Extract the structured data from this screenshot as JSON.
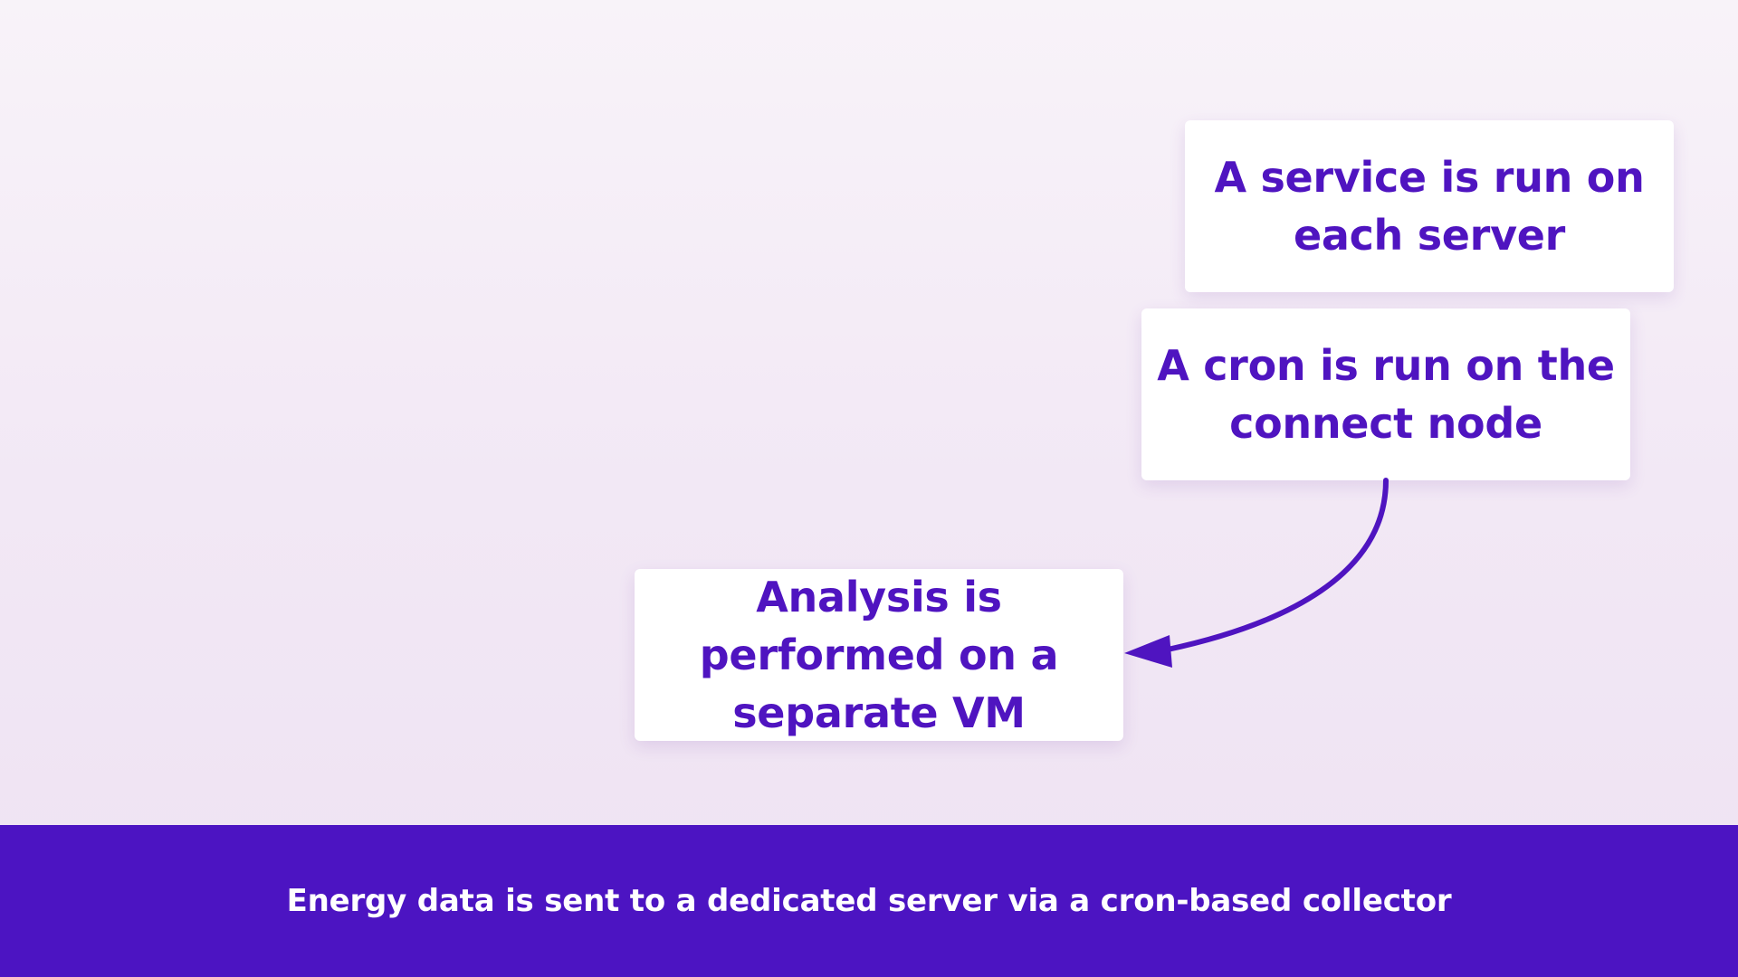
{
  "boxes": {
    "service": "A service is run on\neach server",
    "cron": "A cron is run on the\nconnect node",
    "analysis": "Analysis is\nperformed on a\nseparate VM"
  },
  "caption": "Energy data is sent to a dedicated server via a cron-based collector",
  "colors": {
    "accent": "#4f14c0",
    "footer_bg": "#4c14c2",
    "card_bg": "#ffffff",
    "footer_text": "#ffffff"
  }
}
